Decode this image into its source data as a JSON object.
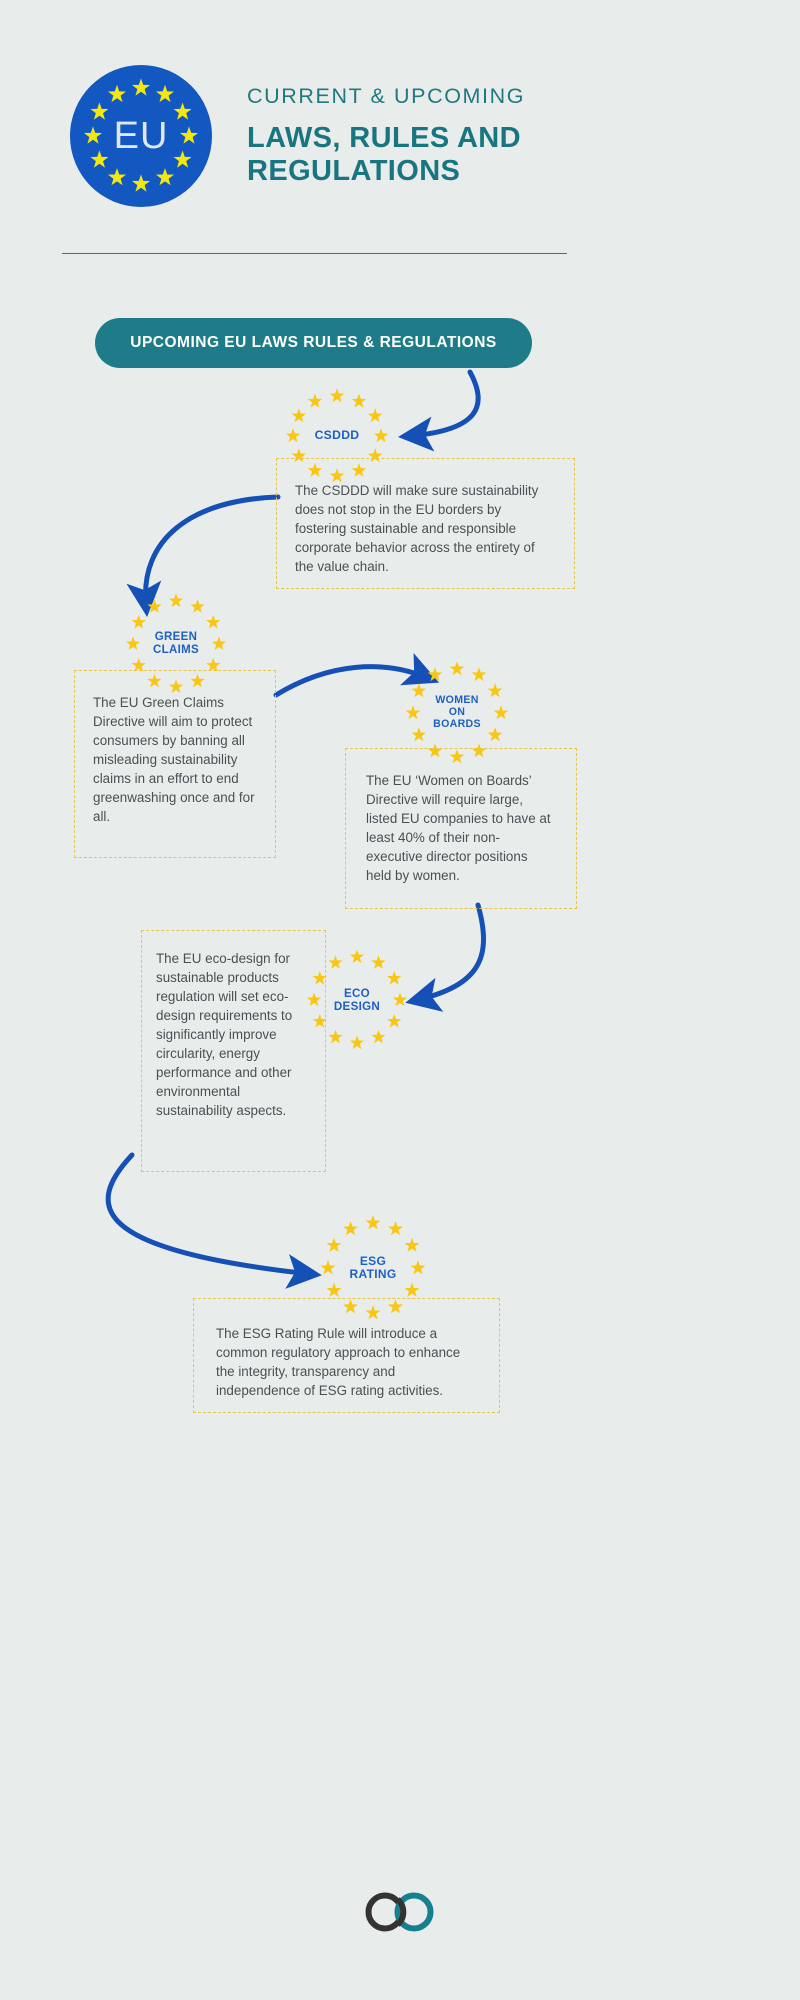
{
  "header": {
    "logo_text": "EU",
    "logo_name": "eu-flag-logo",
    "eyebrow": "CURRENT & UPCOMING",
    "title": "LAWS, RULES AND REGULATIONS"
  },
  "banner": {
    "label": "UPCOMING EU LAWS RULES & REGULATIONS"
  },
  "colors": {
    "background": "#e8edec",
    "teal": "#1d7c88",
    "teal_title": "#197580",
    "eu_blue": "#1358c0",
    "star_yellow": "#f9c613",
    "arrow_blue": "#1450b5",
    "box_border": "#e8c54e",
    "body_text": "#4b4f53",
    "footer_dark": "#333333",
    "footer_teal": "#17808f"
  },
  "sections": [
    {
      "id": "csddd",
      "badge_label": "CSDDD",
      "body": "The CSDDD will make sure sustainability does not stop in the EU borders by fostering sustainable and responsible corporate behavior across the entirety of the value chain."
    },
    {
      "id": "green-claims",
      "badge_label": "GREEN\nCLAIMS",
      "body": "The EU Green Claims Directive will aim to protect consumers by banning all misleading sustainability claims in an effort to end greenwashing once and for all."
    },
    {
      "id": "women-on-boards",
      "badge_label": "WOMEN\nON\nBOARDS",
      "body": "The EU ‘Women on Boards’ Directive will require large, listed EU companies to have at least 40% of their non-executive director positions held by women."
    },
    {
      "id": "eco-design",
      "badge_label": "ECO\nDESIGN",
      "body": "The EU eco-design for sustainable products regulation will set eco-design requirements to significantly improve circularity, energy performance and other environmental sustainability aspects."
    },
    {
      "id": "esg-rating",
      "badge_label": "ESG\nRATING",
      "body": "The ESG Rating Rule will introduce a common regulatory approach to enhance the integrity, transparency and independence of ESG rating activities."
    }
  ],
  "footer": {
    "logo_name": "interlocking-rings-logo"
  }
}
